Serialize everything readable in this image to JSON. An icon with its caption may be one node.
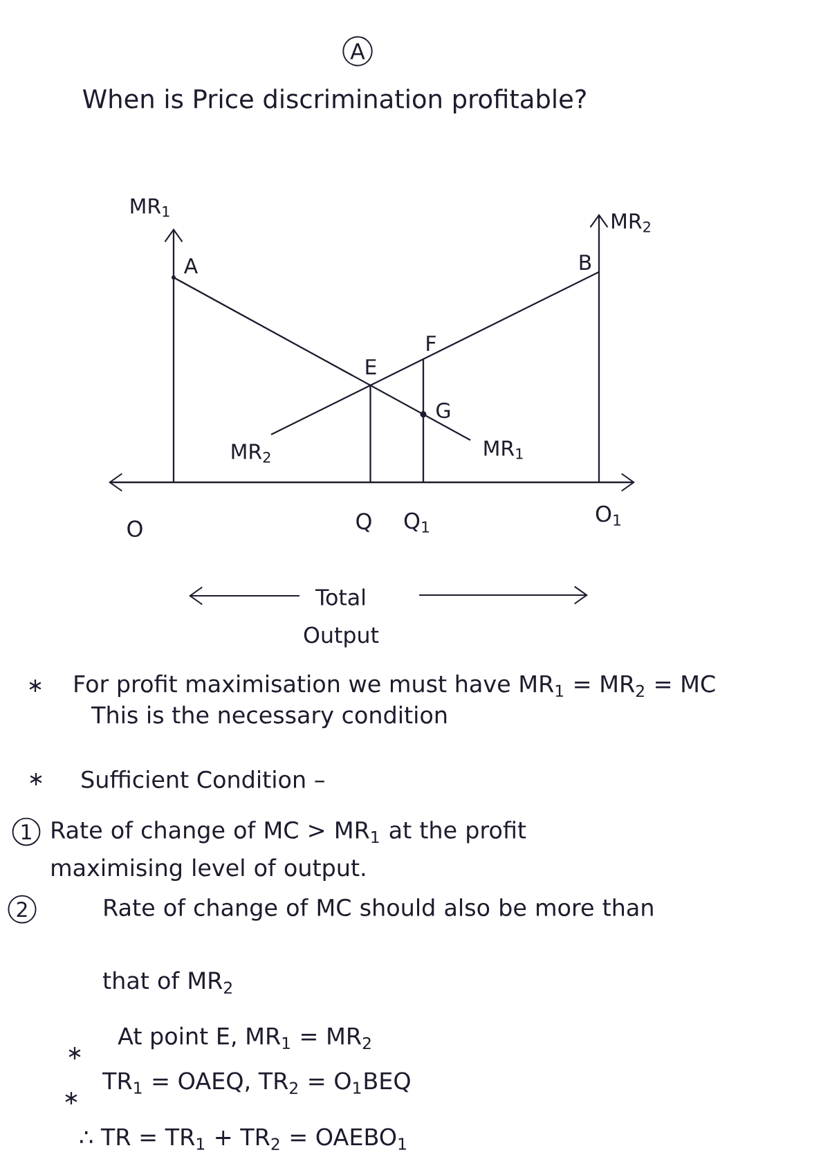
{
  "diagram": {
    "title": "When is Price discrimination profitable?",
    "labels": [
      "A",
      "MR$_{1}$",
      "MR$_{2}$",
      "A",
      "B",
      "F",
      "E",
      "G",
      "MR$_{2}$",
      "MR$_{1}$",
      "O",
      "Q",
      "Q$_{1}$",
      "O$_{1}$",
      "Total Output",
      "For profit maximisation we must have MR$_{1}$ = MR$_{2}$ = MC",
      "This is the necessary condition",
      "Sufficient Condition –",
      "1",
      "Rate of change of MC > MR$_{1}$ at the profit maximising level of output.",
      "2",
      "Rate of change of MC should also be more than that of MR$_{2}$",
      "At point E, MR$_{1}$ = MR$_{2}$",
      "TR$_{1}$ = OAEQ, TR$_{2}$ = O$_{1}$BEQ",
      "∴ TR = TR$_{1}$ + TR$_{2}$ = OAEBO$_{1}$"
    ]
  }
}
